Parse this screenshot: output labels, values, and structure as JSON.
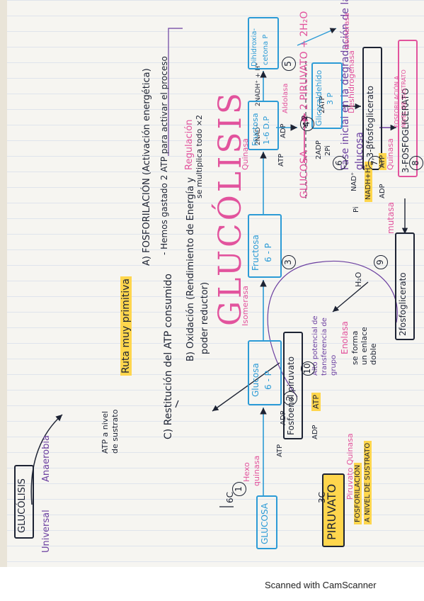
{
  "title": "GLUCÓLISIS",
  "intro": {
    "fase_line1": "Fase inicial en la degradación de la",
    "fase_line2": "glucosa",
    "nad_in": "2NAD⁺",
    "nadh_out": "2NADH⁺ + H⁺",
    "glucosa": "GLUCOSA",
    "product": "2 PIRUVATO + 2H₂O",
    "adp_in": "2ADP",
    "pi_in": "2Pi",
    "atp_out": "2ATP",
    "glucolisis_box": "GLUCÓLISIS",
    "universal": "Universal",
    "anaerobia": "Anaerobia",
    "atp_nivel_line1": "ATP a nivel",
    "atp_nivel_line2": "de sustrato",
    "ruta": "Ruta muy primitiva",
    "regulacion": "Regulación"
  },
  "phase_a": {
    "title": "A) FOSFORILACIÓN (Activación energética)",
    "note": "- Hemos gastado 2 ATP para activar el proceso",
    "se_multiplica": "se multiplica todo ×2",
    "x2": "× 2"
  },
  "phase_b": {
    "title_line1": "B) Oxidación (Rendimiento de Energía y",
    "title_line2": "poder reductor)"
  },
  "phase_c": {
    "title": "C) Restitución del ATP consumido"
  },
  "steps": {
    "glucosa": "GLUCOSA",
    "glucosa_6p_1": "Glucosa",
    "glucosa_6p_2": "6 - P",
    "fructosa_6p_1": "Fructosa",
    "fructosa_6p_2": "6 - P",
    "fructosa_16dp_1": "Fructosa",
    "fructosa_16dp_2": "1-6 D.P",
    "dihidroxiacetona_1": "Dihidroxia-",
    "dihidroxiacetona_2": "cetona P",
    "gliceraldehido_1": "Gliceraldehído",
    "gliceraldehido_2": "3 P",
    "bisfosfoglicerato": "1,3-βfosfoglicerato",
    "fosfoglicerato_3": "3-FOSFOGLICERATO",
    "fosfoglicerato_2": "2fosfoglicerato",
    "fosfoenolpiruvato": "Fosfoenol piruvato",
    "piruvato": "PIRUVATO"
  },
  "enzymes": {
    "hexoquinasa_1": "Hexo",
    "hexoquinasa_2": "quinasa",
    "isomerasa_1": "Isomerasa",
    "quinasa_1": "Quinasa",
    "aldolasa": "Aldolasa",
    "isomerasa_2": "Isomerasa",
    "deshidrogenasa": "Deshidrogenasa",
    "quinasa_2": "Quinasa",
    "mutasa": "mutasa",
    "enolasa": "Enolasa",
    "enolasa_note_1": "se forma",
    "enolasa_note_2": "un enlace",
    "enolasa_note_3": "doble",
    "piruvato_quinasa": "Piruvato Quinasa"
  },
  "cofactors": {
    "atp_1": "ATP",
    "adp_1": "ADP",
    "atp_2": "ATP",
    "adp_2": "ADP",
    "pi": "Pi",
    "nad": "NAD⁺",
    "nadh": "NADH+H⁺",
    "adp_3": "ADP",
    "atp_3": "ATP",
    "h2o": "H₂O",
    "adp_4": "ADP",
    "atp_4": "ATP"
  },
  "annotations": {
    "fosforilacion_1_l1": "FOSFORILACIÓN A",
    "fosforilacion_1_l2": "NIVEL DE SUSTRATO",
    "fosforilacion_2_l1": "FOSFORILACIÓN",
    "fosforilacion_2_l2": "A NIVEL DE SUSTRATO",
    "alto_potencial_1": "Alto potencial de",
    "alto_potencial_2": "transferencia de",
    "alto_potencial_3": "grupo",
    "6c": "6C",
    "3c": "3C"
  },
  "numbers": [
    "1",
    "2",
    "3",
    "4",
    "5",
    "6",
    "7",
    "8",
    "9",
    "10"
  ],
  "footer": "Scanned with CamScanner",
  "colors": {
    "pink": "#e2539d",
    "blue": "#2c9bd6",
    "purple": "#6b3fa0",
    "highlight": "#ffd64d",
    "ink": "#1d2333"
  }
}
